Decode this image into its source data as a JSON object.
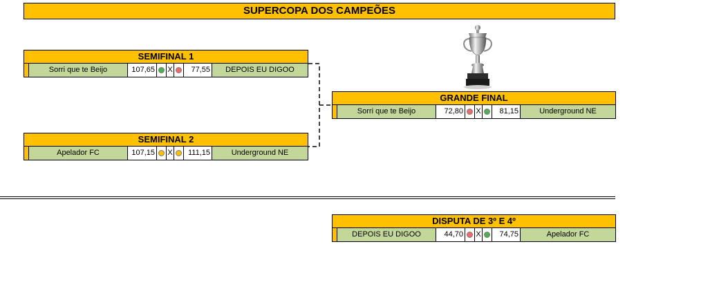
{
  "title": "SUPERCOPA DOS CAMPEÕES",
  "separator": "X",
  "colors": {
    "header": "#ffc000",
    "team_cell": "#c4d79b",
    "win": "#4caf50",
    "lose": "#f06a6a",
    "draw": "#ffc000"
  },
  "semifinal1": {
    "label": "SEMIFINAL 1",
    "home": "Sorri que te Beijo",
    "home_score": "107,65",
    "home_status": "win",
    "away": "DEPOIS EU DIGOO",
    "away_score": "77,55",
    "away_status": "lose"
  },
  "semifinal2": {
    "label": "SEMIFINAL 2",
    "home": "Apelador FC",
    "home_score": "107,15",
    "home_status": "draw",
    "away": "Underground NE",
    "away_score": "111,15",
    "away_status": "draw"
  },
  "final": {
    "label": "GRANDE FINAL",
    "home": "Sorri que te Beijo",
    "home_score": "72,80",
    "home_status": "lose",
    "away": "Underground NE",
    "away_score": "81,15",
    "away_status": "win"
  },
  "third_place": {
    "label": "DISPUTA DE 3º E 4º",
    "home": "DEPOIS EU DIGOO",
    "home_score": "44,70",
    "home_status": "lose",
    "away": "Apelador FC",
    "away_score": "74,75",
    "away_status": "win"
  },
  "trophy_icon": "trophy-icon"
}
